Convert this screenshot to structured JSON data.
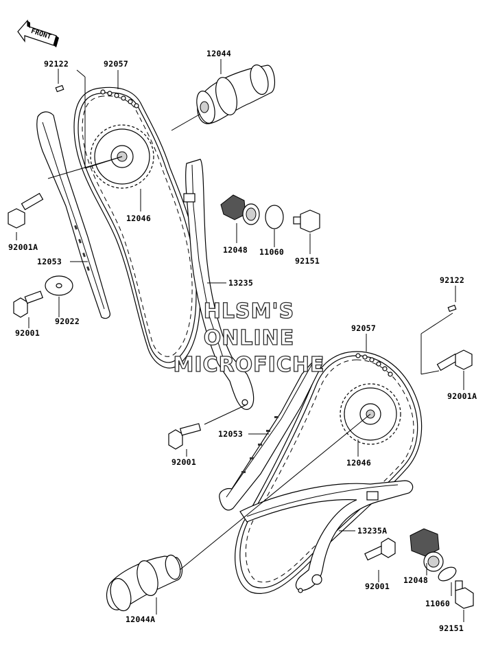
{
  "front_label": "FRONT",
  "watermark": {
    "line1": "HLSM'S",
    "line2": "ONLINE",
    "line3": "MICROFICHE"
  },
  "parts": {
    "p92122_top": "92122",
    "p92057_top": "92057",
    "p12044": "12044",
    "p12046_top": "12046",
    "p92001A_left": "92001A",
    "p12053_left": "12053",
    "p92022": "92022",
    "p92001_left": "92001",
    "p12048_top": "12048",
    "p11060_top": "11060",
    "p92151_top": "92151",
    "p13235": "13235",
    "p92122_right": "92122",
    "p92057_right": "92057",
    "p92001A_right": "92001A",
    "p12053_mid": "12053",
    "p92001_mid": "92001",
    "p12046_right": "12046",
    "p13235A": "13235A",
    "p92001_low": "92001",
    "p12048_low": "12048",
    "p11060_low": "11060",
    "p12044A": "12044A",
    "p92151_low": "92151"
  }
}
